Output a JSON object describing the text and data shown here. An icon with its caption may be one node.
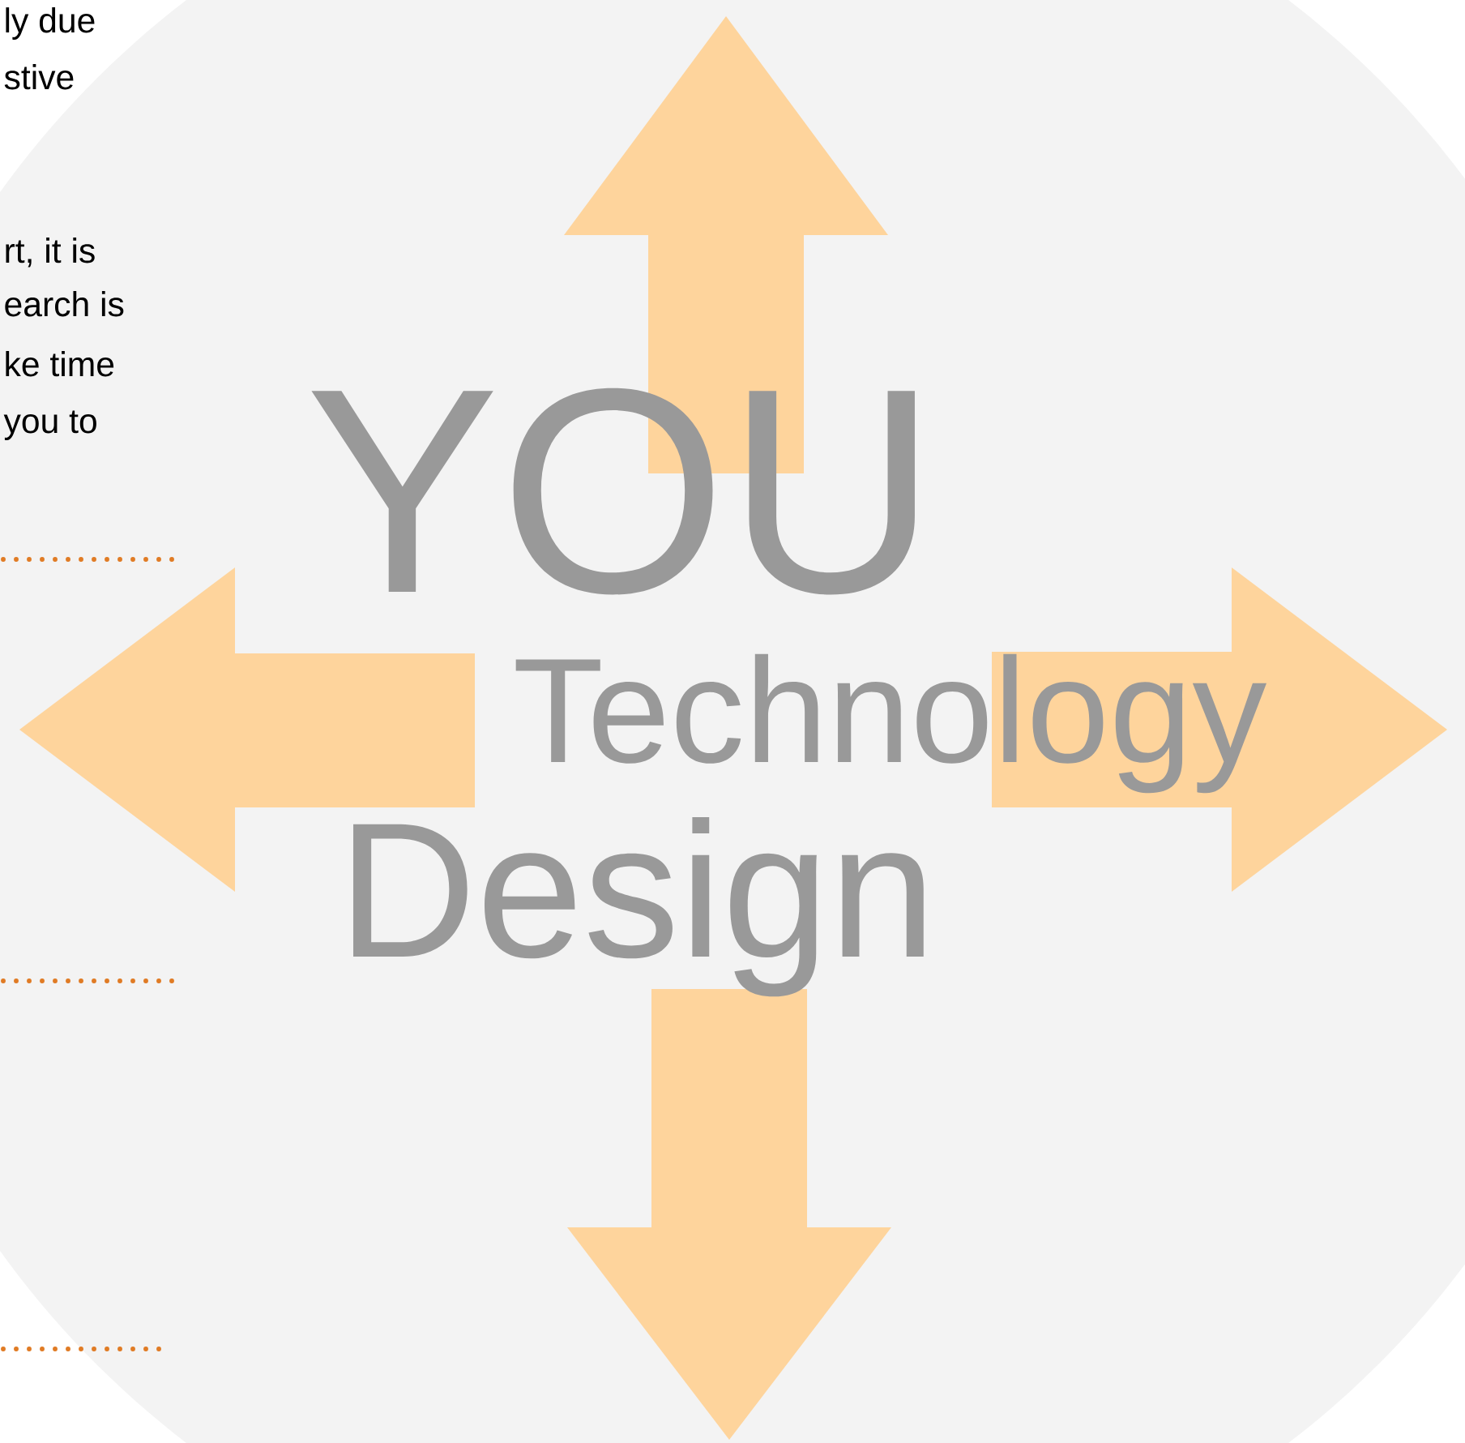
{
  "diagram": {
    "labels": [
      "ly due",
      "stive",
      "rt, it is",
      "earch is",
      "ke time",
      "you to",
      "YOU",
      "Technology",
      "Design"
    ]
  }
}
